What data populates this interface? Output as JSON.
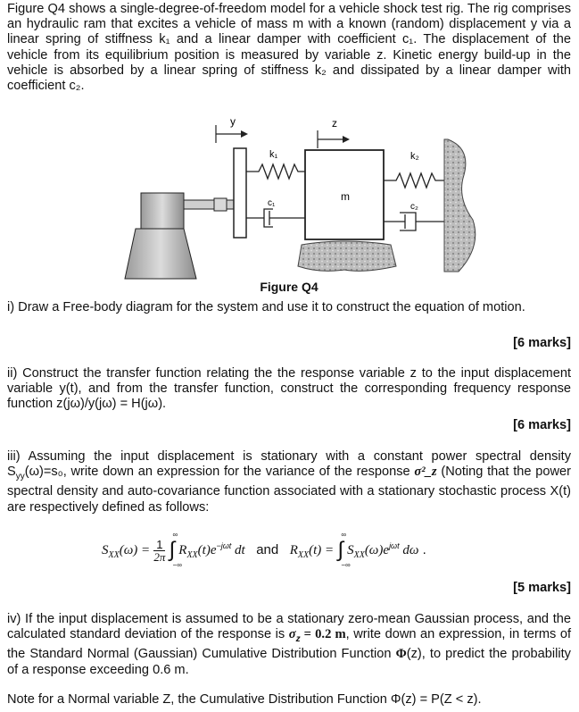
{
  "intro": "Figure Q4 shows a single-degree-of-freedom model for a vehicle shock test rig. The rig comprises an hydraulic ram that excites a vehicle of mass m with a known (random) displacement y via a linear spring of stiffness k₁ and a linear damper with coefficient c₁. The displacement of the vehicle from its equilibrium position is measured by variable z. Kinetic energy build-up in the vehicle is absorbed by a linear spring of stiffness k₂ and dissipated by a linear damper with coefficient c₂.",
  "figure": {
    "label_y": "y",
    "label_z": "z",
    "label_k1": "k₁",
    "label_c1": "c₁",
    "label_m": "m",
    "label_k2": "k₂",
    "label_c2": "c₂",
    "caption": "Figure Q4"
  },
  "q1": {
    "text": "i) Draw a Free-body diagram for the system and use it to construct the equation of motion.",
    "marks": "[6 marks]"
  },
  "q2": {
    "text": "ii) Construct the transfer function relating the the response variable z to the input displacement variable y(t), and from the transfer function, construct the corresponding frequency response function z(jω)/y(jω) = H(jω).",
    "marks": "[6 marks]"
  },
  "q3": {
    "text_a": "iii)  Assuming the input displacement is stationary with a constant power spectral density S",
    "text_sub": "yy",
    "text_b": "(ω)=s₀, write down an expression for the variance of the response ",
    "text_var": "σ²_z",
    "text_c": " (Noting that the power spectral density and auto-covariance function associated with a stationary stochastic process X(t) are respectively defined as follows:",
    "formula": {
      "lhs1": "S",
      "lhs1_sub": "XX",
      "lhs1_arg": "(ω) =",
      "frac_num": "1",
      "frac_den": "2π",
      "int_hi": "∞",
      "int_lo": "−∞",
      "integrand1": "R",
      "integrand1_sub": "XX",
      "integrand1_arg": "(t)e",
      "integrand1_exp": "−jωt",
      "integrand1_d": " dt",
      "and": "and",
      "lhs2": "R",
      "lhs2_sub": "XX",
      "lhs2_arg": "(t) =",
      "integrand2": "S",
      "integrand2_sub": "XX",
      "integrand2_arg": "(ω)e",
      "integrand2_exp": "jωt",
      "integrand2_d": " dω",
      "end": "."
    },
    "marks": "[5 marks]"
  },
  "q4": {
    "text_a": "iv) If the input displacement is assumed to be a stationary zero-mean Gaussian process, and the calculated standard deviation of the response is ",
    "sigma": "σ",
    "sigma_sub": "z",
    "sigma_val": " = 0.2 m",
    "text_b": ", write down an expression, in terms of the Standard Normal (Gaussian) Cumulative Distribution Function ",
    "phi": "Φ",
    "text_c": "(z), to predict the probability of a response exceeding 0.6 m."
  },
  "note": "Note for a Normal variable Z, the Cumulative Distribution Function Φ(z) = P(Z < z)."
}
